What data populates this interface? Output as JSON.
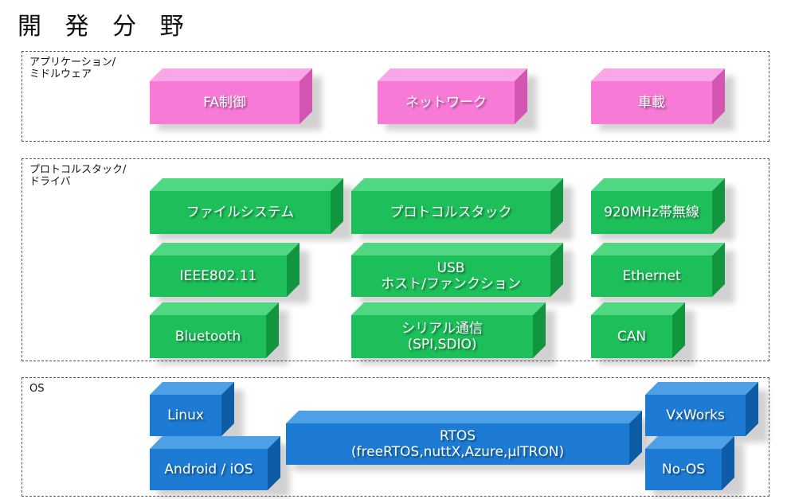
{
  "title": "開 発 分 野",
  "sections": {
    "app": {
      "label": "アプリケーション/\nミドルウェア"
    },
    "proto": {
      "label": "プロトコルスタック/\nドライバ"
    },
    "os": {
      "label": "OS"
    }
  },
  "boxes": {
    "fa": "FA制御",
    "network": "ネットワーク",
    "car": "車載",
    "filesystem": "ファイルシステム",
    "protocol_stack": "プロトコルスタック",
    "mhz920": "920MHz帯無線",
    "ieee": "IEEE802.11",
    "usb": "USB\nホスト/ファンクション",
    "ethernet": "Ethernet",
    "bluetooth": "Bluetooth",
    "serial": "シリアル通信\n(SPI,SDIO)",
    "can": "CAN",
    "linux": "Linux",
    "android": "Android / iOS",
    "rtos": "RTOS\n(freeRTOS,nuttX,Azure,μITRON)",
    "vxworks": "VxWorks",
    "noos": "No-OS"
  },
  "colors": {
    "application": "#f77ad6",
    "protocol": "#1dbf5a",
    "os": "#1d7bd3"
  }
}
